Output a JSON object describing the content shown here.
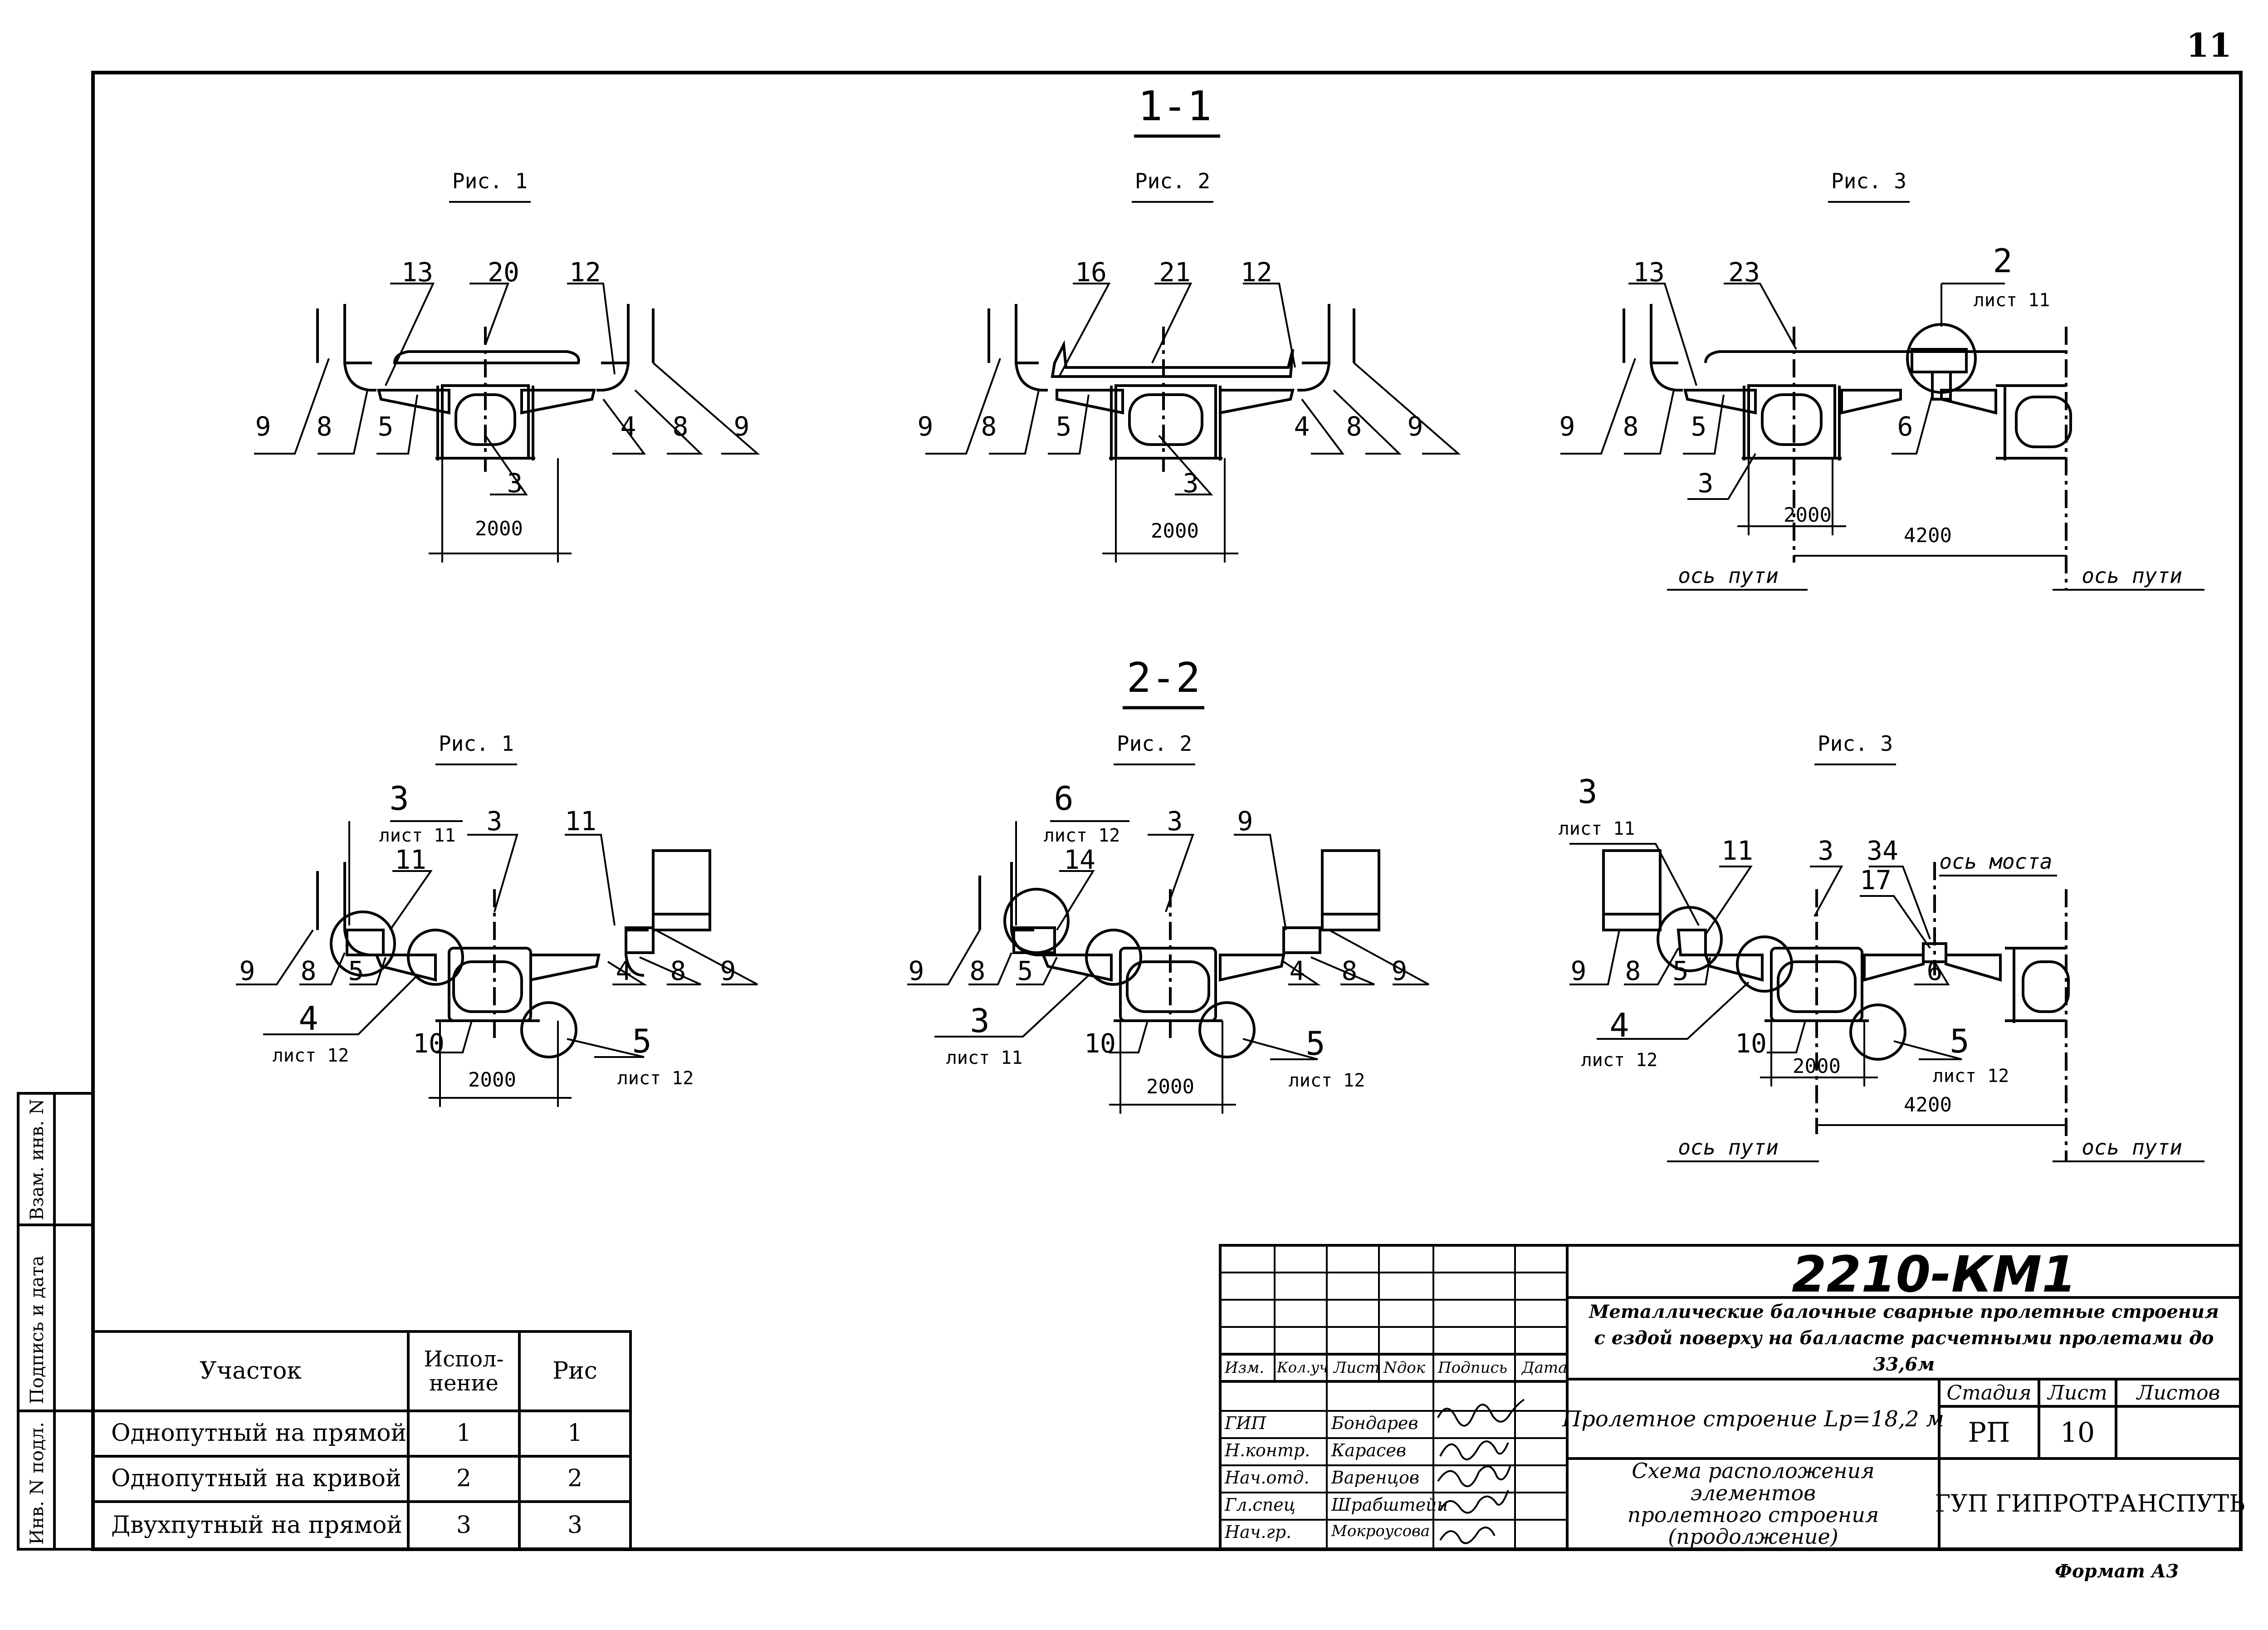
{
  "sheet_number": "11",
  "format_label": "Формат А3",
  "margin_stamps": [
    "Взам. инв. N",
    "Подпись и дата",
    "Инв. N подл."
  ],
  "sections": [
    {
      "title": "1-1",
      "figures": [
        {
          "label": "Рис. 1",
          "callouts": [
            "13",
            "20",
            "12",
            "9",
            "8",
            "5",
            "3",
            "4",
            "8",
            "9"
          ],
          "dimension": "2000"
        },
        {
          "label": "Рис. 2",
          "callouts": [
            "16",
            "21",
            "12",
            "9",
            "8",
            "5",
            "3",
            "4",
            "8",
            "9"
          ],
          "dimension": "2000"
        },
        {
          "label": "Рис. 3",
          "callouts": [
            "13",
            "23",
            "2",
            "9",
            "8",
            "5",
            "3",
            "6"
          ],
          "ref_sheet": "лист 11",
          "dimension": "2000",
          "dimension2": "4200",
          "axis_left": "ось пути",
          "axis_right": "ось пути"
        }
      ]
    },
    {
      "title": "2-2",
      "figures": [
        {
          "label": "Рис. 1",
          "callouts": [
            "3",
            "3",
            "11",
            "11",
            "9",
            "8",
            "5",
            "4",
            "8",
            "9",
            "10",
            "4",
            "5"
          ],
          "refs": [
            "лист 11",
            "лист 12",
            "лист 12"
          ],
          "dimension": "2000"
        },
        {
          "label": "Рис. 2",
          "callouts": [
            "6",
            "3",
            "9",
            "14",
            "9",
            "8",
            "5",
            "4",
            "8",
            "9",
            "3",
            "10",
            "5"
          ],
          "refs": [
            "лист 12",
            "лист 11",
            "лист 12"
          ],
          "dimension": "2000"
        },
        {
          "label": "Рис. 3",
          "callouts": [
            "3",
            "11",
            "3",
            "34",
            "17",
            "9",
            "8",
            "5",
            "6",
            "4",
            "10",
            "5"
          ],
          "refs": [
            "лист 11",
            "лист 12",
            "лист 12"
          ],
          "dimension": "2000",
          "dimension2": "4200",
          "axis_bridge": "ось моста",
          "axis_left": "ось пути",
          "axis_right": "ось пути"
        }
      ]
    }
  ],
  "table": {
    "headers": [
      "Участок",
      "Испол-\nнение",
      "Рис"
    ],
    "rows": [
      [
        "Однопутный на прямой",
        "1",
        "1"
      ],
      [
        "Однопутный на кривой",
        "2",
        "2"
      ],
      [
        "Двухпутный на прямой",
        "3",
        "3"
      ]
    ]
  },
  "title_block": {
    "code": "2210-КМ1",
    "project": "Металлические балочные сварные пролетные строения\nс ездой поверху на балласте расчетными пролетами до 33,6м",
    "revision_headers": [
      "Изм.",
      "Кол.уч",
      "Лист",
      "Nдок",
      "Подпись",
      "Дата"
    ],
    "people": [
      {
        "role": "ГИП",
        "name": "Бондарев"
      },
      {
        "role": "Н.контр.",
        "name": "Карасев"
      },
      {
        "role": "Нач.отд.",
        "name": "Варенцов"
      },
      {
        "role": "Гл.спец",
        "name": "Шрабштейн"
      },
      {
        "role": "Нач.гр.",
        "name": "Мокроусова"
      }
    ],
    "object_title": "Пролетное строение Lp=18,2 м",
    "sheet_title": "Схема расположения элементов\nпролетного строения\n(продолжение)",
    "stage_header": "Стадия",
    "sheet_header": "Лист",
    "sheets_header": "Листов",
    "stage": "РП",
    "sheet": "10",
    "sheets": "",
    "organization": "ГУП ГИПРОТРАНСПУТЬ"
  }
}
